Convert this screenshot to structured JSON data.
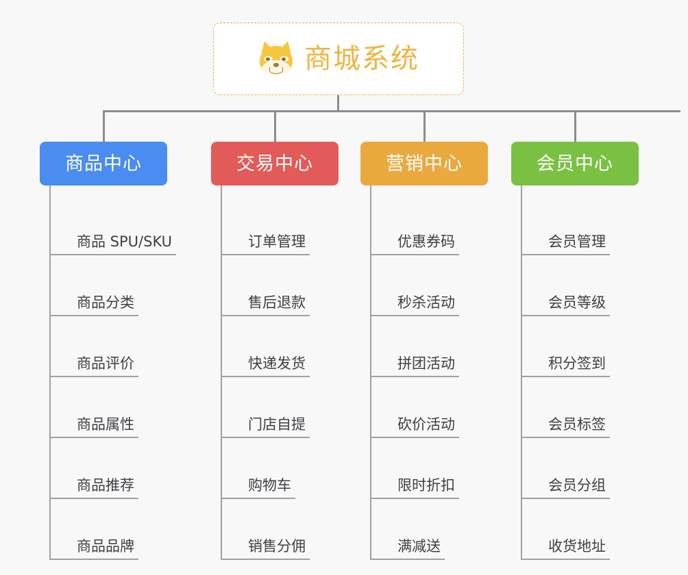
{
  "page": {
    "background_color": "#f8f8f8",
    "connector_color": "#8c8c8c",
    "leaf_line_color": "#a0a0a0",
    "leaf_text_color": "#3c3f43"
  },
  "root": {
    "title": "商城系统",
    "icon": "shiba-inu-dog-icon",
    "text_color": "#efb440",
    "border_color": "#efae3f",
    "background_color": "#ffffff"
  },
  "columns": [
    {
      "id": "product-center",
      "label": "商品中心",
      "color": "#4a8cf0",
      "items": [
        "商品 SPU/SKU",
        "商品分类",
        "商品评价",
        "商品属性",
        "商品推荐",
        "商品品牌"
      ]
    },
    {
      "id": "trade-center",
      "label": "交易中心",
      "color": "#e35b58",
      "items": [
        "订单管理",
        "售后退款",
        "快递发货",
        "门店自提",
        "购物车",
        "销售分佣"
      ]
    },
    {
      "id": "marketing-center",
      "label": "营销中心",
      "color": "#eaa93f",
      "items": [
        "优惠券码",
        "秒杀活动",
        "拼团活动",
        "砍价活动",
        "限时折扣",
        "满减送"
      ]
    },
    {
      "id": "member-center",
      "label": "会员中心",
      "color": "#7ac143",
      "items": [
        "会员管理",
        "会员等级",
        "积分签到",
        "会员标签",
        "会员分组",
        "收货地址"
      ]
    }
  ]
}
